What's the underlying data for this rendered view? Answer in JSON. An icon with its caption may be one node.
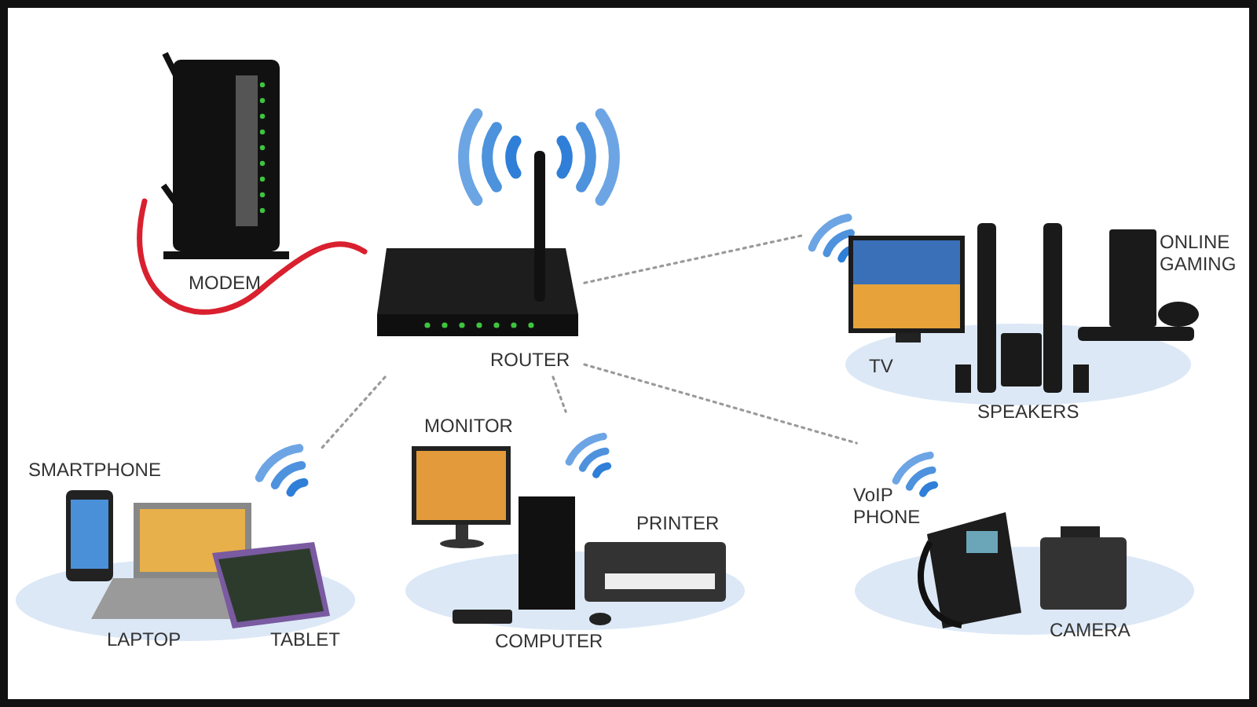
{
  "diagram": {
    "nodes": [
      {
        "text": [
          "MODEM"
        ]
      },
      {
        "text": [
          "ROUTER"
        ]
      },
      {
        "text": [
          "TV",
          "SPEAKERS",
          "ONLINE GAMING"
        ]
      },
      {
        "text": [
          "SMARTPHONE",
          "LAPTOP",
          "TABLET"
        ]
      },
      {
        "text": [
          "MONITOR",
          "PRINTER",
          "COMPUTER"
        ]
      },
      {
        "text": [
          "VoIP PHONE",
          "CAMERA"
        ]
      }
    ],
    "edges": [
      {
        "from": 0,
        "to": 1,
        "arrow": "none",
        "style": "thick",
        "color": "#d9202f"
      },
      {
        "from": 1,
        "to": 2,
        "arrow": "none",
        "style": "dashed"
      },
      {
        "from": 1,
        "to": 3,
        "arrow": "none",
        "style": "dashed"
      },
      {
        "from": 1,
        "to": 4,
        "arrow": "none",
        "style": "dashed"
      },
      {
        "from": 1,
        "to": 5,
        "arrow": "none",
        "style": "dashed"
      }
    ]
  }
}
